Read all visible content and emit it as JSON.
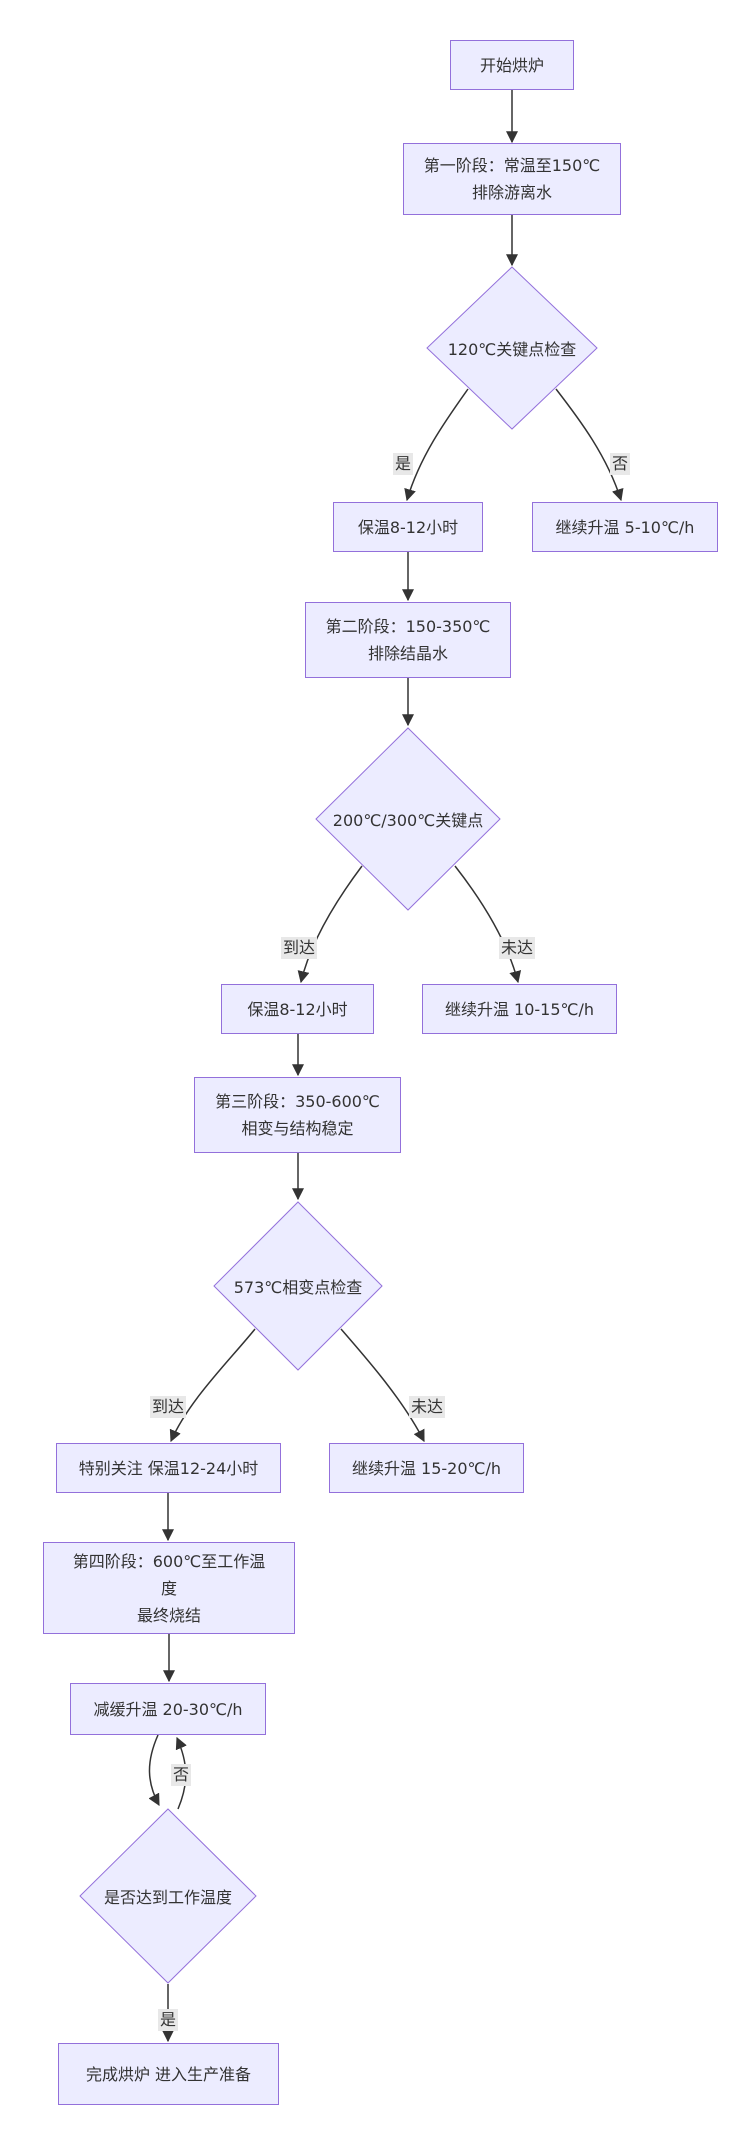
{
  "colors": {
    "canvas_bg": "#ffffff",
    "node_fill": "#ECECFF",
    "node_border": "#9370DB",
    "edge_color": "#333333",
    "text_color": "#333333",
    "label_bg": "#e8e8e8"
  },
  "nodes": {
    "start": {
      "label": "开始烘炉"
    },
    "stage1": {
      "line1": "第一阶段：常温至150℃",
      "line2": "排除游离水"
    },
    "check120": {
      "label": "120℃关键点检查"
    },
    "hold1": {
      "label": "保温8-12小时"
    },
    "rate1": {
      "label": "继续升温 5-10℃/h"
    },
    "stage2": {
      "line1": "第二阶段：150-350℃",
      "line2": "排除结晶水"
    },
    "check200_300": {
      "label": "200℃/300℃关键点"
    },
    "hold2": {
      "label": "保温8-12小时"
    },
    "rate2": {
      "label": "继续升温 10-15℃/h"
    },
    "stage3": {
      "line1": "第三阶段：350-600℃",
      "line2": "相变与结构稳定"
    },
    "check573": {
      "label": "573℃相变点检查"
    },
    "hold3": {
      "label": "特别关注 保温12-24小时"
    },
    "rate3": {
      "label": "继续升温 15-20℃/h"
    },
    "stage4": {
      "line1": "第四阶段：600℃至工作温",
      "line2": "度",
      "line3": "最终烧结"
    },
    "slowdown": {
      "label": "减缓升温 20-30℃/h"
    },
    "check_work_temp": {
      "label": "是否达到工作温度"
    },
    "finish": {
      "label": "完成烘炉 进入生产准备"
    }
  },
  "edge_labels": {
    "d1_yes": "是",
    "d1_no": "否",
    "d2_reached": "到达",
    "d2_not_reached": "未达",
    "d3_reached": "到达",
    "d3_not_reached": "未达",
    "d4_no": "否",
    "d4_yes": "是"
  }
}
